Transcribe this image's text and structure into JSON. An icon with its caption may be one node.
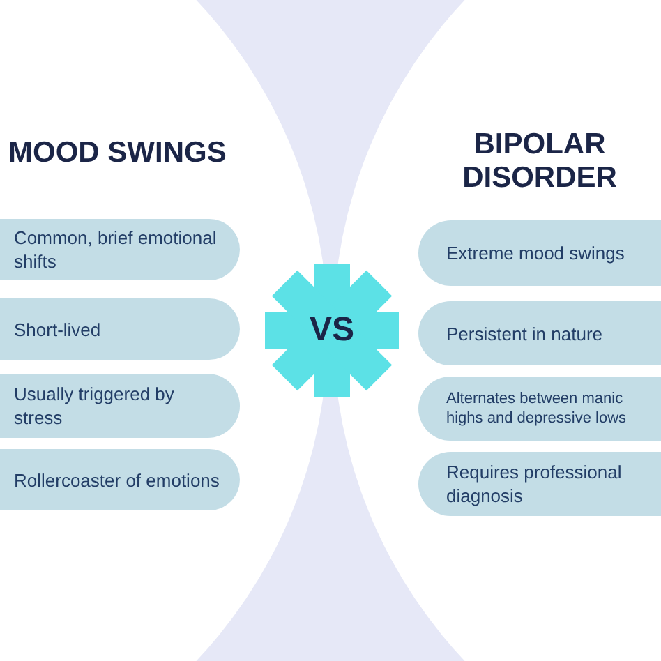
{
  "diagram": {
    "nodes": [
      {
        "text": [
          "Common, brief emotional shifts"
        ]
      },
      {
        "text": [
          "Short-lived"
        ]
      },
      {
        "text": [
          "Usually triggered by stress"
        ]
      },
      {
        "text": [
          "Rollercoaster of emotions"
        ]
      },
      {
        "text": [
          "VS"
        ]
      },
      {
        "text": [
          "Extreme mood swings"
        ]
      },
      {
        "text": [
          "Persistent in nature"
        ]
      },
      {
        "text": [
          "Alternates between manic highs and depressive lows"
        ]
      },
      {
        "text": [
          "Requires professional diagnosis"
        ]
      }
    ],
    "labels": [
      "MOOD SWINGS",
      "BIPOLAR DISORDER"
    ]
  }
}
